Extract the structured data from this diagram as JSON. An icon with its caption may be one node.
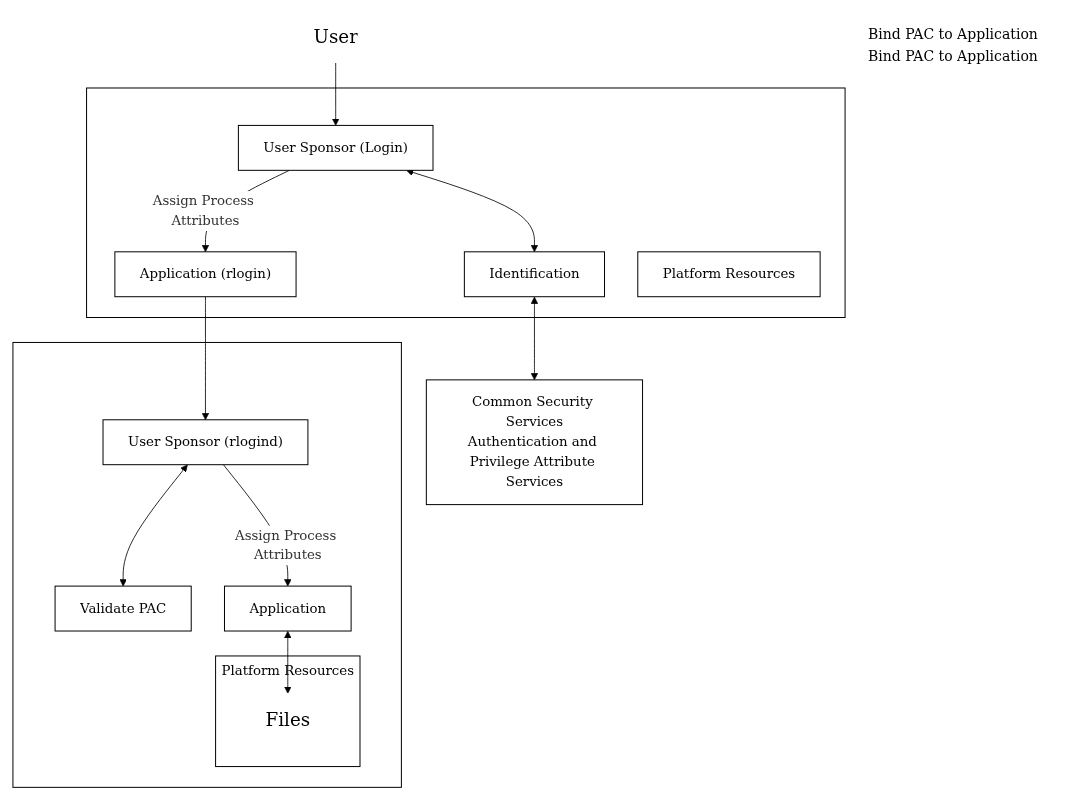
{
  "diagram": {
    "nodes": [
      {
        "text": [
          "Common Security Services",
          "Authentication and Privilege Attribute Services"
        ]
      },
      {
        "text": [
          "User"
        ]
      },
      {
        "text": [],
        "shape": "box"
      },
      {
        "text": [
          "User Sponsor (Login)"
        ],
        "in": 2
      },
      {
        "text": [
          "Identification"
        ],
        "in": 2
      },
      {
        "text": [
          "Application (rlogin)"
        ],
        "in": 2
      },
      {
        "text": [
          "Platform Resources"
        ],
        "in": 2
      },
      {
        "text": [],
        "shape": "box"
      },
      {
        "text": [
          "User Sponsor (rlogind)"
        ],
        "in": 7
      },
      {
        "text": [
          "Validate PAC"
        ],
        "in": 7
      },
      {
        "text": [
          "Application"
        ],
        "in": 7
      },
      {
        "text": [
          "Platform Resources"
        ],
        "in": 7
      },
      {
        "text": [
          "Files"
        ],
        "in": 11
      }
    ],
    "edges": [
      {
        "from": 1,
        "to": 3,
        "arrow": "to"
      },
      {
        "from": 3,
        "to": 4,
        "arrow": "both"
      },
      {
        "from": 4,
        "to": 0,
        "arrow": "both"
      },
      {
        "from": 3,
        "to": 5,
        "arrow": "to",
        "label": "Assign Process Attributes"
      },
      {
        "from": 5,
        "to": 8,
        "arrow": "to"
      },
      {
        "from": 8,
        "to": 9,
        "arrow": "both"
      },
      {
        "from": 8,
        "to": 10,
        "arrow": "to",
        "label": "Assign Process Attributes"
      },
      {
        "from": 10,
        "to": 12,
        "arrow": "both"
      }
    ],
    "labels": [
      "Bind PAC to Application",
      "Bind PAC to Application"
    ]
  }
}
